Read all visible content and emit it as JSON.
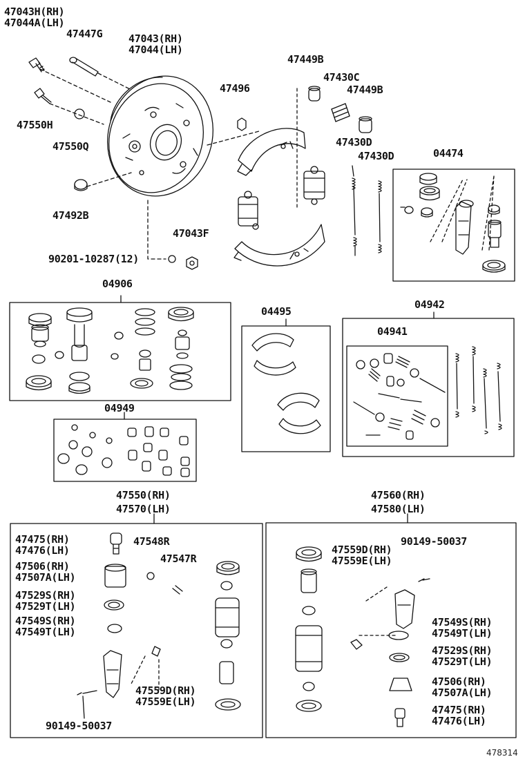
{
  "figure_number": "478314",
  "labels": {
    "backing_plate_bolt_rh": "47043H(RH)",
    "backing_plate_bolt_lh": "47044A(LH)",
    "bolt_47447g": "47447G",
    "backing_plate_rh": "47043(RH)",
    "backing_plate_lh": "47044(LH)",
    "bleeder_47550h": "47550H",
    "cap_47550q": "47550Q",
    "plug_47492b": "47492B",
    "nut_47043f": "47043F",
    "washer_ref": "90201-10287(12)",
    "pin_47496": "47496",
    "boot_47449b_top": "47449B",
    "spring_47430c": "47430C",
    "boot_47449b_right": "47449B",
    "spring_47430d_a": "47430D",
    "spring_47430d_b": "47430D",
    "kit_04474": "04474",
    "kit_04906": "04906",
    "kit_04495": "04495",
    "kit_04942": "04942",
    "kit_04941": "04941",
    "kit_04949": "04949",
    "cyl_left_rh": "47550(RH)",
    "cyl_left_lh": "47570(LH)",
    "cyl_right_rh": "47560(RH)",
    "cyl_right_lh": "47580(LH)",
    "l_47475": "47475(RH)",
    "l_47476": "47476(LH)",
    "l_47548r": "47548R",
    "l_47547r": "47547R",
    "l_47506": "47506(RH)",
    "l_47507a": "47507A(LH)",
    "l_47529s": "47529S(RH)",
    "l_47529t": "47529T(LH)",
    "l_47549s": "47549S(RH)",
    "l_47549t": "47549T(LH)",
    "l_47559d": "47559D(RH)",
    "l_47559e": "47559E(LH)",
    "l_90149_left": "90149-50037",
    "r_90149": "90149-50037",
    "r_47559d": "47559D(RH)",
    "r_47559e": "47559E(LH)",
    "r_47549s": "47549S(RH)",
    "r_47549t": "47549T(LH)",
    "r_47529s": "47529S(RH)",
    "r_47529t": "47529T(LH)",
    "r_47506": "47506(RH)",
    "r_47507a": "47507A(LH)",
    "r_47475": "47475(RH)",
    "r_47476": "47476(LH)"
  }
}
